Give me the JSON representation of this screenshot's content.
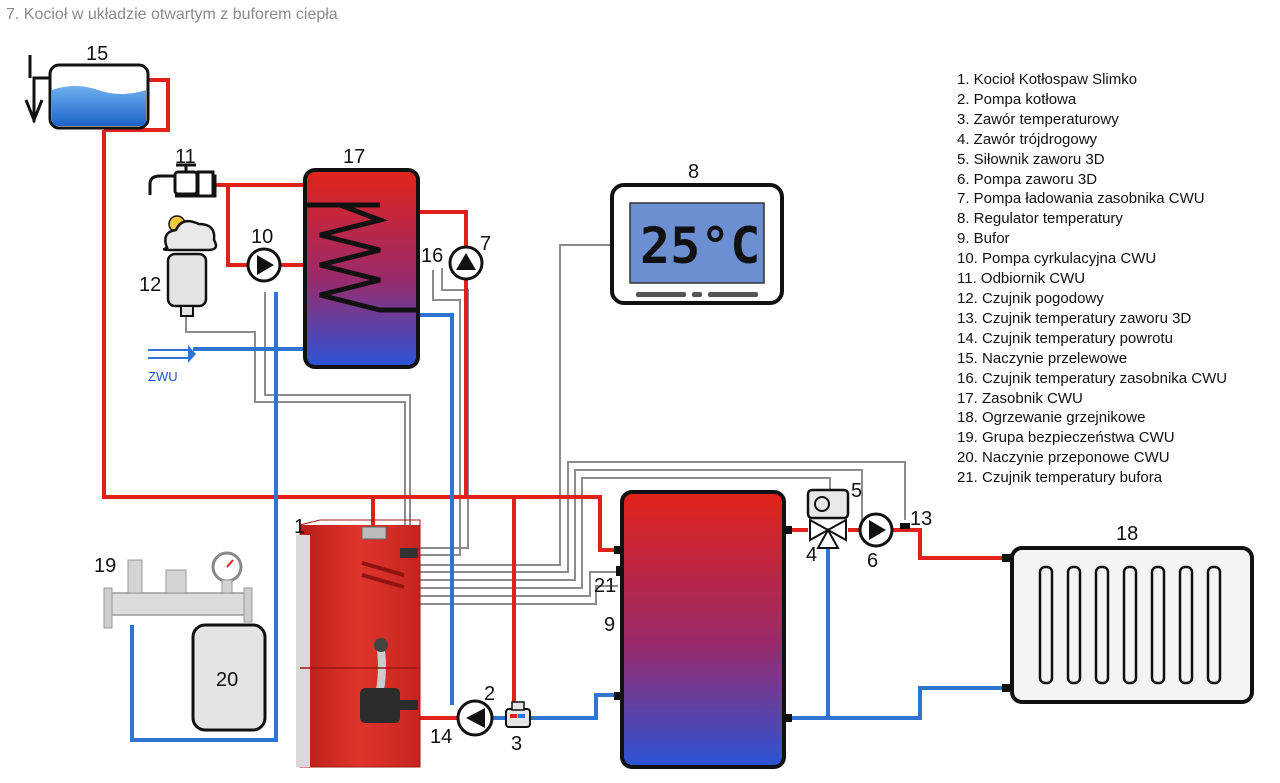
{
  "title": "7. Kocioł w układzie otwartym z buforem ciepła",
  "legend": [
    "1. Kocioł Kotłospaw Slimko",
    "2. Pompa kotłowa",
    "3. Zawór temperaturowy",
    "4. Zawór trójdrogowy",
    "5. Siłownik zaworu 3D",
    "6. Pompa zaworu 3D",
    "7. Pompa ładowania zasobnika CWU",
    "8. Regulator temperatury",
    "9. Bufor",
    "10. Pompa cyrkulacyjna CWU",
    "11. Odbiornik CWU",
    "12. Czujnik pogodowy",
    "13. Czujnik temperatury zaworu 3D",
    "14. Czujnik temperatury powrotu",
    "15. Naczynie przelewowe",
    "16. Czujnik temperatury zasobnika CWU",
    "17. Zasobnik CWU",
    "18. Ogrzewanie grzejnikowe",
    "19. Grupa bezpieczeństwa CWU",
    "20. Naczynie przeponowe CWU",
    "21. Czujnik temperatury bufora"
  ],
  "labels": {
    "n1": "1",
    "n2": "2",
    "n3": "3",
    "n4": "4",
    "n5": "5",
    "n6": "6",
    "n7": "7",
    "n8": "8",
    "n9": "9",
    "n10": "10",
    "n11": "11",
    "n12": "12",
    "n13": "13",
    "n14": "14",
    "n15": "15",
    "n16": "16",
    "n17": "17",
    "n18": "18",
    "n19": "19",
    "n20": "20",
    "n21": "21"
  },
  "zwu_label": "ZWU",
  "display_temp": "25°C",
  "colors": {
    "hot": "#e0201b",
    "cold": "#2f74d0",
    "signal": "#8c8c8c",
    "boiler": "#d92a24",
    "outline": "#111111"
  }
}
